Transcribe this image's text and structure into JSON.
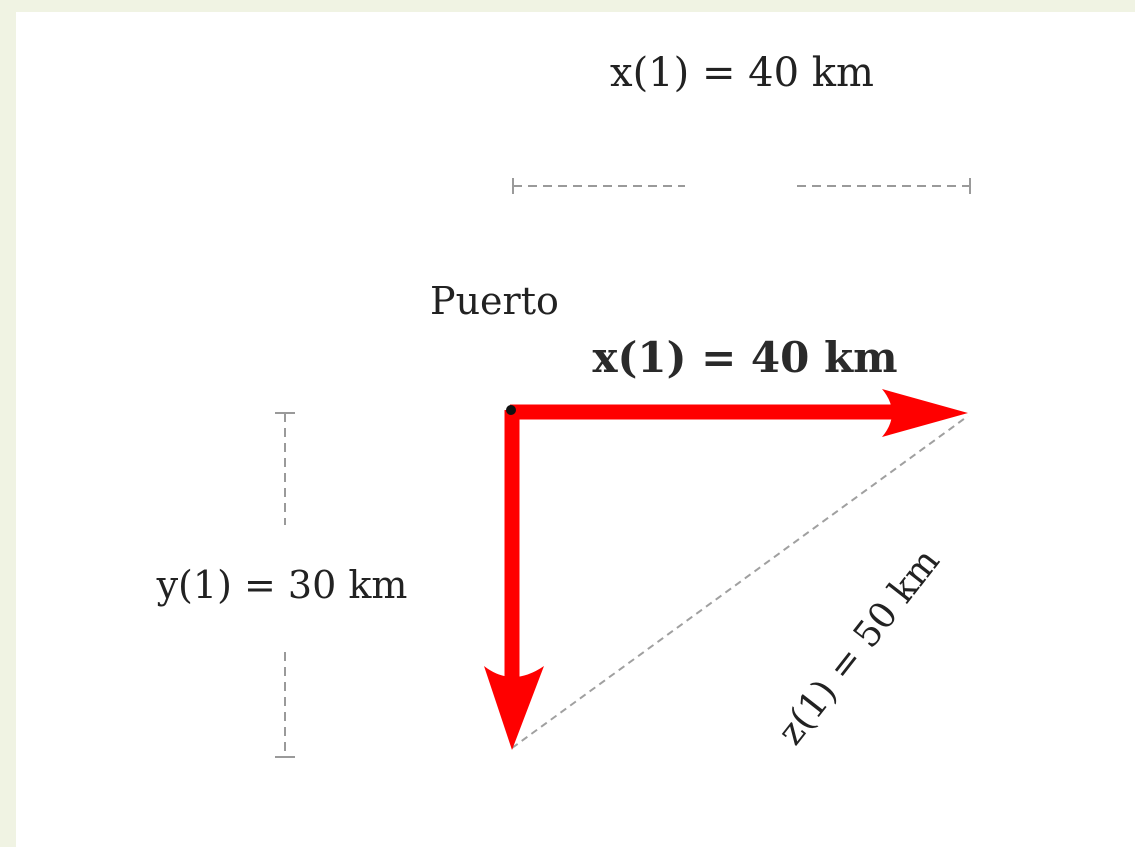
{
  "labels": {
    "top_x": "x(1) = 40 km",
    "port": "Puerto",
    "arrow_x": "x(1) = 40 km",
    "y_dim": "y(1) = 30 km",
    "hyp": "z(1) = 50 km"
  },
  "colors": {
    "arrow": "#ff0000",
    "dim_line": "#9a9a9a",
    "page_border": "#f0f3e3"
  }
}
